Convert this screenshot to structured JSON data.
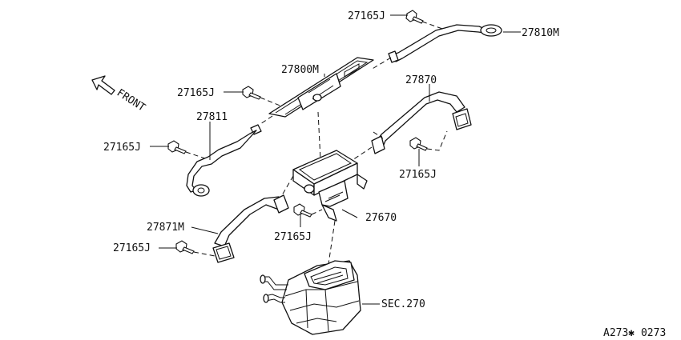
{
  "labels": {
    "p27165j_top": "27165J",
    "p27810m": "27810M",
    "p27800m": "27800M",
    "p27165j_mid": "27165J",
    "p27811": "27811",
    "p27165j_left": "27165J",
    "p27870": "27870",
    "p27165j_right": "27165J",
    "p27871m": "27871M",
    "p27670": "27670",
    "p27165j_center": "27165J",
    "p27165j_bottom": "27165J",
    "sec270": "SEC.270",
    "front": "FRONT",
    "code": "A273✱ 0273"
  }
}
